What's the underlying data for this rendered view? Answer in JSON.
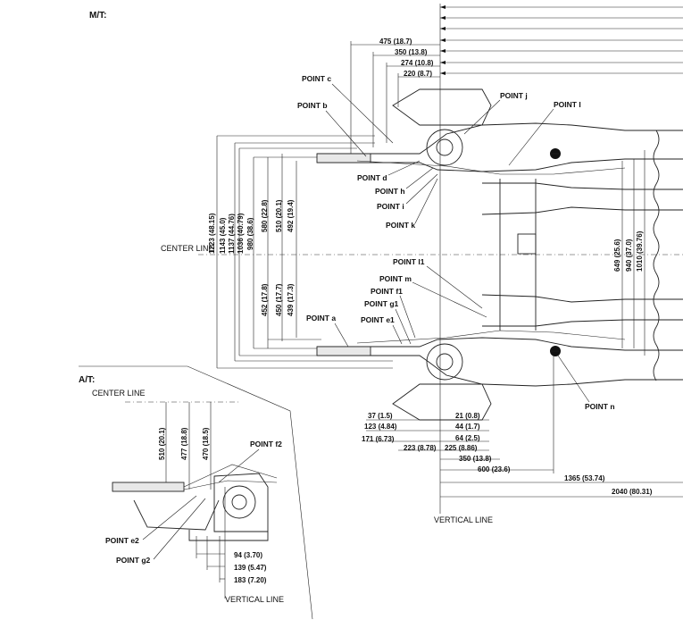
{
  "sections": {
    "mt": "M/T:",
    "at": "A/T:"
  },
  "reference_lines": {
    "center_line": "CENTER LINE",
    "center_line_at": "CENTER LINE",
    "vertical_line": "VERTICAL LINE",
    "vertical_line_at": "VERTICAL LINE"
  },
  "points": {
    "a": "POINT a",
    "b": "POINT b",
    "c": "POINT c",
    "d": "POINT d",
    "e1": "POINT e1",
    "e2": "POINT e2",
    "f1": "POINT f1",
    "f2": "POINT f2",
    "g1": "POINT g1",
    "g2": "POINT g2",
    "h": "POINT h",
    "i": "POINT i",
    "j": "POINT j",
    "k": "POINT k",
    "l": "POINT l",
    "l1": "POINT l1",
    "m": "POINT m",
    "n": "POINT n"
  },
  "mt_top_dims": [
    "475 (18.7)",
    "350 (13.8)",
    "274 (10.8)",
    "220 (8.7)"
  ],
  "mt_left_dims": [
    "1223 (48.15)",
    "1143 (45.0)",
    "1137 (44.76)",
    "1036 (40.79)",
    "980 (38.6)",
    "580 (22.8)",
    "510 (20.1)",
    "492 (19.4)",
    "452 (17.8)",
    "450 (17.7)",
    "439 (17.3)"
  ],
  "mt_right_dims": [
    "649 (25.6)",
    "940 (37.0)",
    "1010 (39.76)"
  ],
  "mt_bottom_dims": [
    "37 (1.5)",
    "21 (0.8)",
    "123 (4.84)",
    "44 (1.7)",
    "171 (6.73)",
    "64 (2.5)",
    "223 (8.78)",
    "225 (8.86)",
    "350 (13.8)",
    "600 (23.6)",
    "1365 (53.74)",
    "2040 (80.31)"
  ],
  "at_left_dims": [
    "510 (20.1)",
    "477 (18.8)",
    "470 (18.5)"
  ],
  "at_bottom_dims": [
    "94 (3.70)",
    "139 (5.47)",
    "183 (7.20)"
  ]
}
